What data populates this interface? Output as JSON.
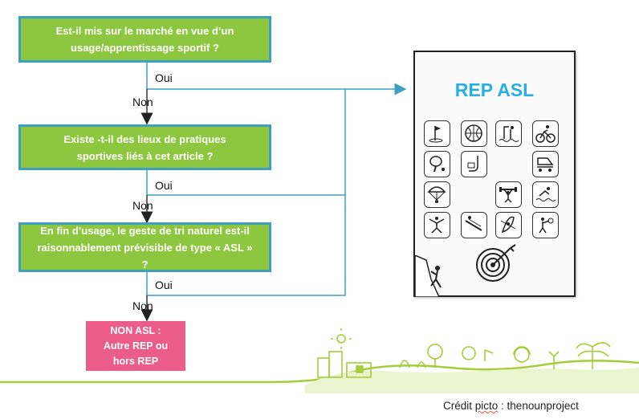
{
  "flow": {
    "q1": "Est-il mis sur le marché en vue d’un usage/apprentissage sportif ?",
    "q2": "Existe -t-il des lieux de pratiques sportives liés à cet article ?",
    "q3": "En fin d’usage, le geste de tri naturel est-il raisonnablement prévisible de type « ASL » ?",
    "result_no": [
      "NON ASL :",
      "Autre REP ou",
      "hors REP"
    ],
    "yes_label": "Oui",
    "no_label": "Non"
  },
  "panel": {
    "title": "REP ASL",
    "icons": [
      "golf-icon",
      "basketball-icon",
      "swimming-icon",
      "cycling-icon",
      "table-tennis-icon",
      "diving-helmet-icon",
      "skate-icon",
      "parachute-icon",
      "weightlifting-icon",
      "swimmer-icon",
      "gymnastics-icon",
      "ski-icon",
      "kayak-icon",
      "fitness-icon",
      "target-icon",
      "climbing-icon"
    ]
  },
  "credit": {
    "prefix": "Crédit ",
    "word": "picto",
    "suffix": " : thenounproject"
  },
  "colors": {
    "box_green": "#8dc63f",
    "box_border": "#3e9fc0",
    "result_pink": "#ec5c89",
    "connector": "#3e9fc0",
    "title_blue": "#29aee0",
    "landscape_green": "#a5cd39"
  }
}
